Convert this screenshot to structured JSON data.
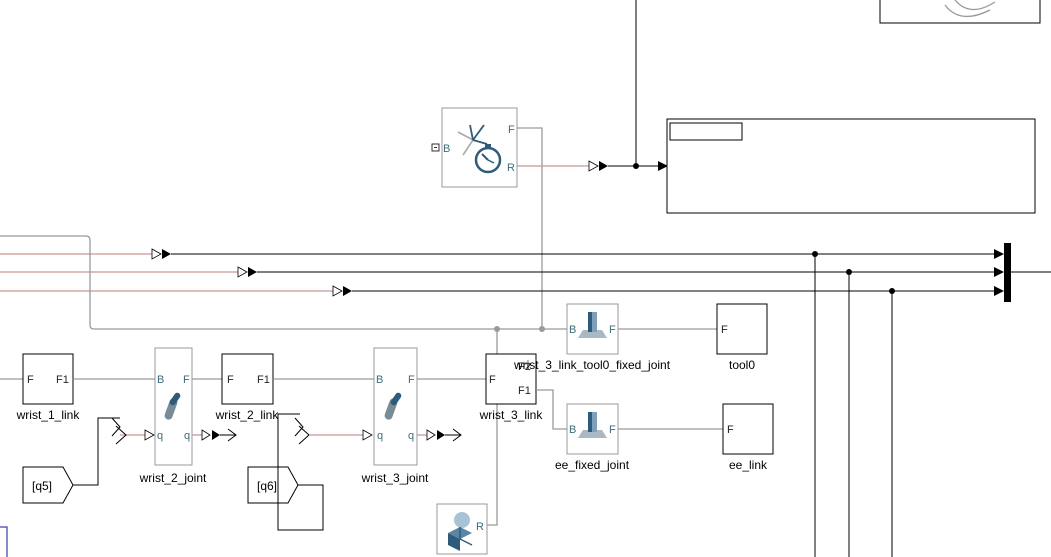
{
  "blocks": {
    "wrist_1_link": {
      "name": "wrist_1_link",
      "port_left": "F",
      "port_right": "F1"
    },
    "wrist_2_joint": {
      "name": "wrist_2_joint",
      "port_b": "B",
      "port_f": "F",
      "port_q_in": "q",
      "port_q_out": "q"
    },
    "wrist_2_link": {
      "name": "wrist_2_link",
      "port_left": "F",
      "port_right": "F1"
    },
    "wrist_3_joint": {
      "name": "wrist_3_joint",
      "port_b": "B",
      "port_f": "F",
      "port_q_in": "q",
      "port_q_out": "q"
    },
    "wrist_3_link": {
      "name": "wrist_3_link",
      "port_left": "F",
      "port_f2": "F2",
      "port_f1": "F1"
    },
    "tool0_fixed_joint": {
      "name": "wrist_3_link_tool0_fixed_joint",
      "port_b": "B",
      "port_f": "F"
    },
    "tool0": {
      "name": "tool0",
      "port": "F"
    },
    "ee_fixed_joint": {
      "name": "ee_fixed_joint",
      "port_b": "B",
      "port_f": "F"
    },
    "ee_link": {
      "name": "ee_link",
      "port": "F"
    },
    "transform_sensor": {
      "port_b": "B",
      "port_f": "F",
      "port_r": "R"
    },
    "goto_q5": {
      "tag": "[q5]"
    },
    "goto_q6": {
      "tag": "[q6]"
    },
    "world_frame": {
      "port": "R"
    }
  }
}
